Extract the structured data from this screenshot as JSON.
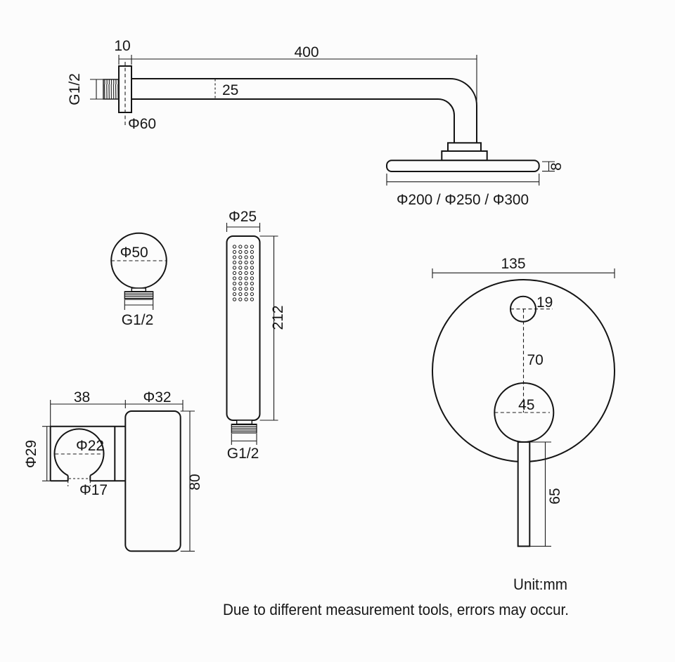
{
  "shower_arm": {
    "wall_plate_width": "10",
    "arm_length": "400",
    "arm_height": "25",
    "wall_thread": "G1/2",
    "flange_dia": "Φ60"
  },
  "shower_head": {
    "thickness": "8",
    "diameters": "Φ200 / Φ250 / Φ300"
  },
  "wall_bracket": {
    "dia": "Φ50",
    "thread": "G1/2"
  },
  "hand_shower": {
    "dia": "Φ25",
    "length": "212",
    "thread": "G1/2"
  },
  "mixer": {
    "plate_dia": "135",
    "knob_dia": "19",
    "center_distance": "70",
    "handle_base_dia": "45",
    "handle_length": "65"
  },
  "holder": {
    "depth": "38",
    "body_dia": "Φ32",
    "clamp_outer": "Φ29",
    "clamp_inner_dia": "Φ22",
    "opening_dia": "Φ17",
    "body_height": "80"
  },
  "footer": {
    "unit_note": "Unit:mm",
    "disclaimer": "Due to different measurement tools, errors may occur."
  }
}
